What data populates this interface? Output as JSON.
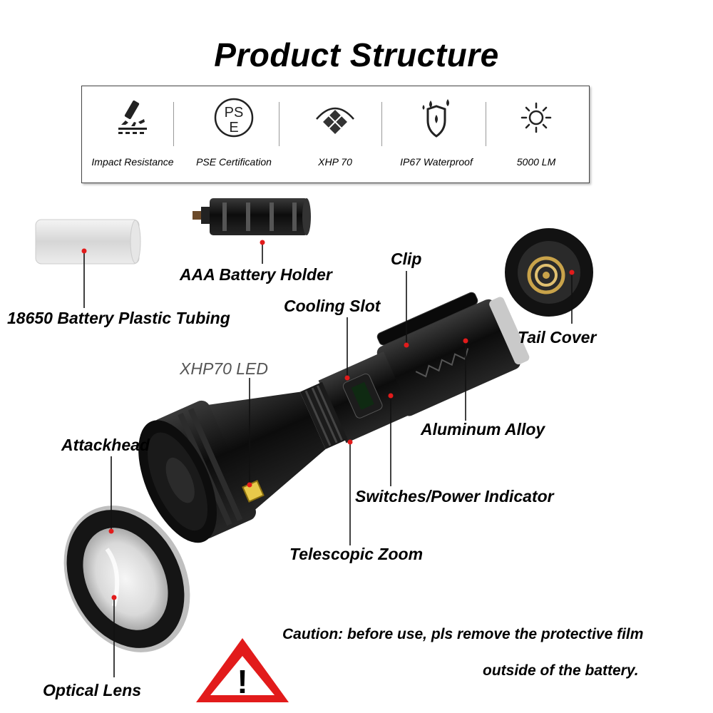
{
  "title": "Product Structure",
  "features": [
    {
      "label": "Impact Resistance",
      "icon": "impact-icon"
    },
    {
      "label": "PSE Certification",
      "icon": "pse-icon"
    },
    {
      "label": "XHP 70",
      "icon": "led-chip-icon"
    },
    {
      "label": "IP67 Waterproof",
      "icon": "waterproof-shield-icon"
    },
    {
      "label": "5000 LM",
      "icon": "sun-icon"
    }
  ],
  "pse_letters": {
    "top": "PS",
    "bottom": "E"
  },
  "parts": {
    "tubing": "18650 Battery Plastic Tubing",
    "holder": "AAA Battery Holder",
    "clip": "Clip",
    "cooling_slot": "Cooling Slot",
    "tail_cover": "Tail Cover",
    "led": "XHP70 LED",
    "attackhead": "Attackhead",
    "aluminum_alloy": "Aluminum Alloy",
    "switches": "Switches/Power Indicator",
    "telescopic_zoom": "Telescopic Zoom",
    "optical_lens": "Optical Lens"
  },
  "caution": {
    "line1": "Caution: before use, pls remove the protective film",
    "line2": "outside of the battery."
  },
  "warning_mark": "!",
  "colors": {
    "marker": "#e21b1b",
    "warning": "#e21b1b",
    "body": "#151515"
  }
}
